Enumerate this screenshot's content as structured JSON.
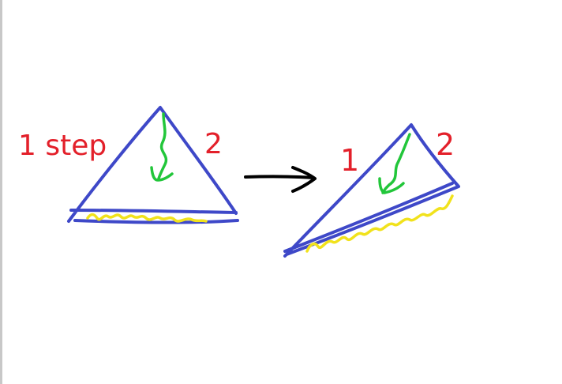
{
  "labels": {
    "left_step": "1 step",
    "left_two": "2",
    "right_one": "1",
    "right_two": "2"
  },
  "colors": {
    "triangle_outline": "#3e48c8",
    "label_red": "#e3202a",
    "fold_arrow_green": "#22c63a",
    "edge_squiggle_yellow": "#f1e21c",
    "transition_arrow": "#000000",
    "background": "#ffffff"
  },
  "icons": {
    "transition": "right-arrow-icon",
    "fold": "curved-down-arrow-icon"
  }
}
